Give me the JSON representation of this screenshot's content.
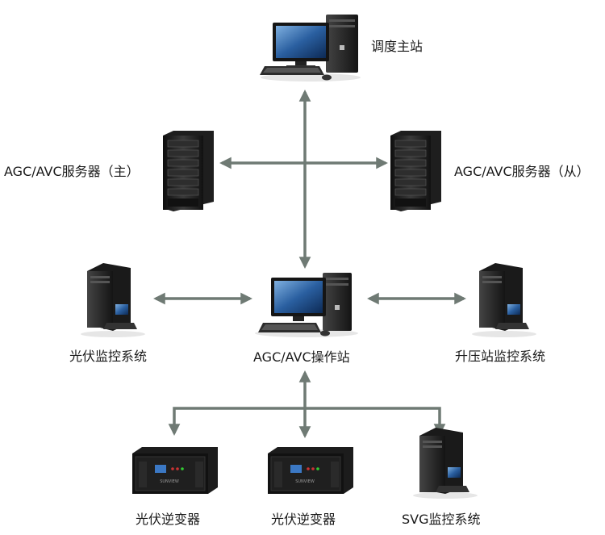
{
  "nodes": {
    "dispatch_station": "调度主站",
    "server_main": "AGC/AVC服务器（主）",
    "server_backup": "AGC/AVC服务器（从）",
    "pv_monitor": "光伏监控系统",
    "operator_station": "AGC/AVC操作站",
    "booster_monitor": "升压站监控系统",
    "inverter_1": "光伏逆变器",
    "inverter_2": "光伏逆变器",
    "svg_monitor": "SVG监控系统"
  },
  "inverter_panel_label": "SUNVIEW",
  "colors": {
    "arrow": "#6f7a74",
    "device_dark": "#1b1b1b",
    "screen": "#2a5fa0"
  }
}
